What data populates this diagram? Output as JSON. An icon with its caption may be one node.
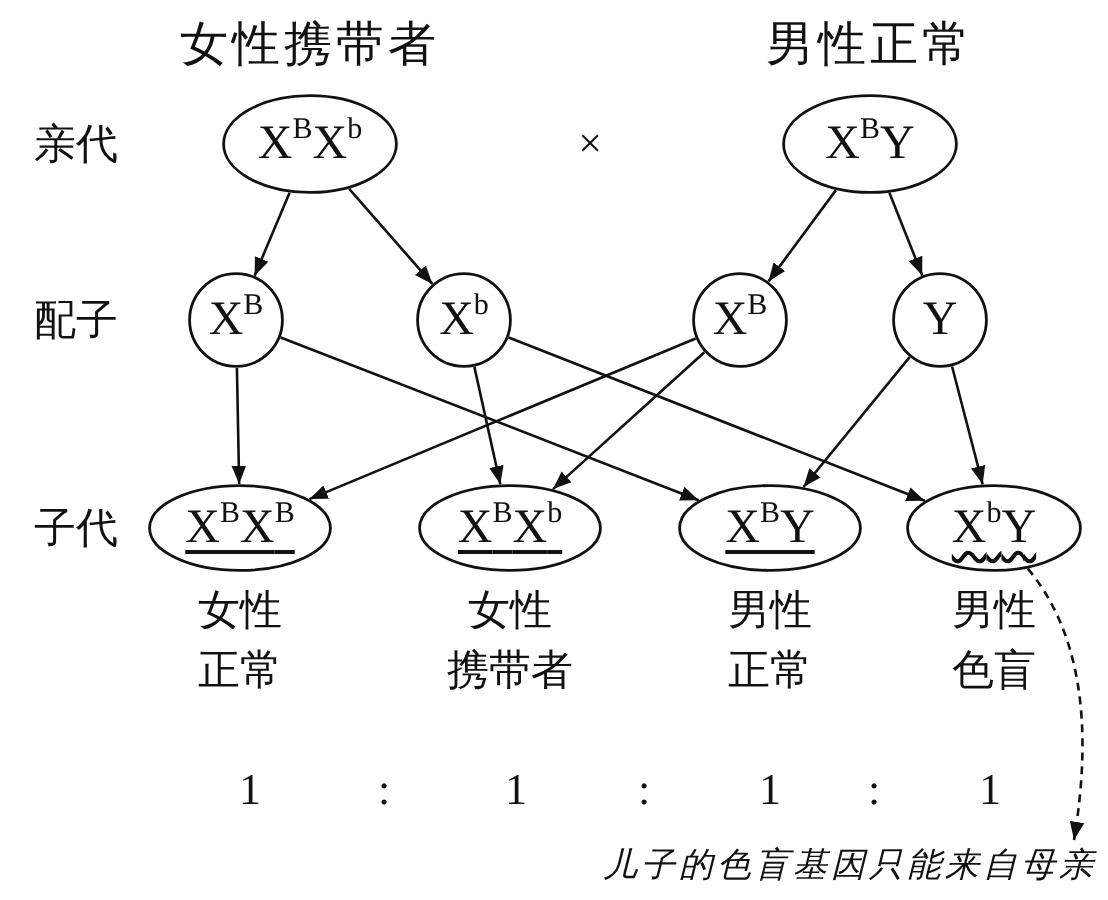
{
  "diagram": {
    "nodes": [
      {
        "text": [
          "X$^{B}$X$^{b}$"
        ],
        "beside": [
          "女性携带者"
        ]
      },
      {
        "text": [
          "X$^{B}$Y"
        ],
        "beside": [
          "男性正常"
        ]
      },
      {
        "text": [
          "X$^{B}$"
        ]
      },
      {
        "text": [
          "X$^{b}$"
        ]
      },
      {
        "text": [
          "X$^{B}$"
        ]
      },
      {
        "text": [
          "Y"
        ]
      },
      {
        "text": [
          "X$^{B}$X$^{B}$"
        ],
        "beside": [
          "女性正常"
        ]
      },
      {
        "text": [
          "X$^{B}$X$^{b}$"
        ],
        "beside": [
          "女性携带者"
        ]
      },
      {
        "text": [
          "X$^{B}$Y"
        ],
        "beside": [
          "男性正常"
        ]
      },
      {
        "text": [
          "X$^{b}$Y"
        ],
        "beside": [
          "男性色盲"
        ]
      },
      {
        "text": [
          "儿子的色盲基因只能来自母亲"
        ]
      }
    ],
    "edges": [
      {
        "from": 0,
        "to": 2,
        "arrow": "to"
      },
      {
        "from": 0,
        "to": 3,
        "arrow": "to"
      },
      {
        "from": 1,
        "to": 4,
        "arrow": "to"
      },
      {
        "from": 1,
        "to": 5,
        "arrow": "to"
      },
      {
        "from": 2,
        "to": 6,
        "arrow": "to"
      },
      {
        "from": 2,
        "to": 8,
        "arrow": "to"
      },
      {
        "from": 3,
        "to": 7,
        "arrow": "to"
      },
      {
        "from": 3,
        "to": 9,
        "arrow": "to"
      },
      {
        "from": 4,
        "to": 6,
        "arrow": "to"
      },
      {
        "from": 4,
        "to": 7,
        "arrow": "to"
      },
      {
        "from": 5,
        "to": 8,
        "arrow": "to"
      },
      {
        "from": 5,
        "to": 9,
        "arrow": "to"
      },
      {
        "from": 9,
        "to": 10,
        "arrow": "to",
        "style": "dashed"
      }
    ],
    "labels": [
      "亲代",
      "×",
      "配子",
      "子代",
      "1",
      ":",
      "1",
      ":",
      "1",
      ":",
      "1"
    ]
  }
}
